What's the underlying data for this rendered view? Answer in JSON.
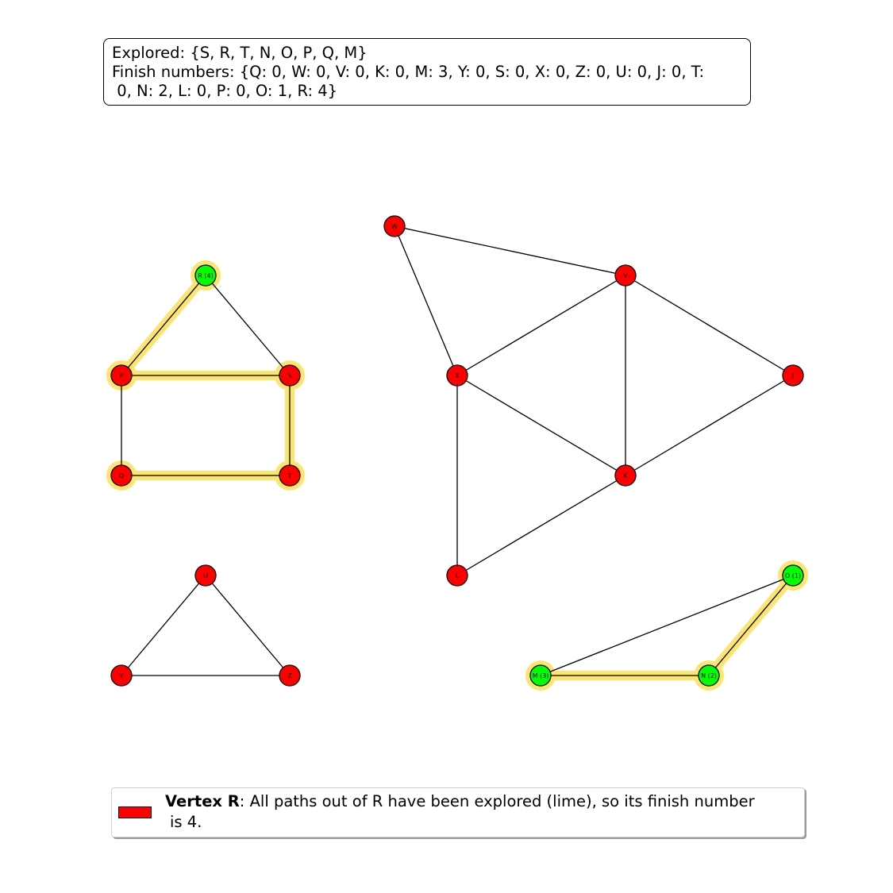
{
  "status": {
    "explored_line": "Explored: {S, R, T, N, O, P, Q, M}",
    "finish_line_1": "Finish numbers: {Q: 0, W: 0, V: 0, K: 0, M: 3, Y: 0, S: 0, X: 0, Z: 0, U: 0, J: 0, T:",
    "finish_line_2": " 0, N: 2, L: 0, P: 0, O: 1, R: 4}"
  },
  "colors": {
    "unfinished": "#ff0000",
    "finished": "#00ff00",
    "highlight": "#fbe46f",
    "edge": "#000000"
  },
  "nodes": [
    {
      "id": "R",
      "label": "R (4)",
      "state": "finished",
      "highlighted": true
    },
    {
      "id": "P",
      "label": "P",
      "state": "unfinished",
      "highlighted": true
    },
    {
      "id": "S",
      "label": "S",
      "state": "unfinished",
      "highlighted": true
    },
    {
      "id": "Q",
      "label": "Q",
      "state": "unfinished",
      "highlighted": true
    },
    {
      "id": "T",
      "label": "T",
      "state": "unfinished",
      "highlighted": true
    },
    {
      "id": "W",
      "label": "W",
      "state": "unfinished",
      "highlighted": false
    },
    {
      "id": "V",
      "label": "V",
      "state": "unfinished",
      "highlighted": false
    },
    {
      "id": "X",
      "label": "X",
      "state": "unfinished",
      "highlighted": false
    },
    {
      "id": "J",
      "label": "J",
      "state": "unfinished",
      "highlighted": false
    },
    {
      "id": "K",
      "label": "K",
      "state": "unfinished",
      "highlighted": false
    },
    {
      "id": "L",
      "label": "L",
      "state": "unfinished",
      "highlighted": false
    },
    {
      "id": "U",
      "label": "U",
      "state": "unfinished",
      "highlighted": false
    },
    {
      "id": "Y",
      "label": "Y",
      "state": "unfinished",
      "highlighted": false
    },
    {
      "id": "Z",
      "label": "Z",
      "state": "unfinished",
      "highlighted": false
    },
    {
      "id": "O",
      "label": "O (1)",
      "state": "finished",
      "highlighted": true
    },
    {
      "id": "M",
      "label": "M (3)",
      "state": "finished",
      "highlighted": true
    },
    {
      "id": "N",
      "label": "N (2)",
      "state": "finished",
      "highlighted": true
    }
  ],
  "edges": [
    {
      "from": "R",
      "to": "P",
      "highlighted": true
    },
    {
      "from": "R",
      "to": "S",
      "highlighted": false
    },
    {
      "from": "P",
      "to": "S",
      "highlighted": true
    },
    {
      "from": "P",
      "to": "Q",
      "highlighted": false
    },
    {
      "from": "S",
      "to": "T",
      "highlighted": true
    },
    {
      "from": "Q",
      "to": "T",
      "highlighted": true
    },
    {
      "from": "W",
      "to": "V",
      "highlighted": false
    },
    {
      "from": "W",
      "to": "X",
      "highlighted": false
    },
    {
      "from": "V",
      "to": "X",
      "highlighted": false
    },
    {
      "from": "V",
      "to": "K",
      "highlighted": false
    },
    {
      "from": "V",
      "to": "J",
      "highlighted": false
    },
    {
      "from": "X",
      "to": "K",
      "highlighted": false
    },
    {
      "from": "X",
      "to": "L",
      "highlighted": false
    },
    {
      "from": "J",
      "to": "K",
      "highlighted": false
    },
    {
      "from": "K",
      "to": "L",
      "highlighted": false
    },
    {
      "from": "U",
      "to": "Y",
      "highlighted": false
    },
    {
      "from": "U",
      "to": "Z",
      "highlighted": false
    },
    {
      "from": "Y",
      "to": "Z",
      "highlighted": false
    },
    {
      "from": "O",
      "to": "M",
      "highlighted": false
    },
    {
      "from": "O",
      "to": "N",
      "highlighted": true
    },
    {
      "from": "M",
      "to": "N",
      "highlighted": true
    }
  ],
  "legend": {
    "bold": "Vertex R",
    "text_line_1": ": All paths out of R have been explored (lime), so its finish number",
    "text_line_2": "is 4."
  }
}
